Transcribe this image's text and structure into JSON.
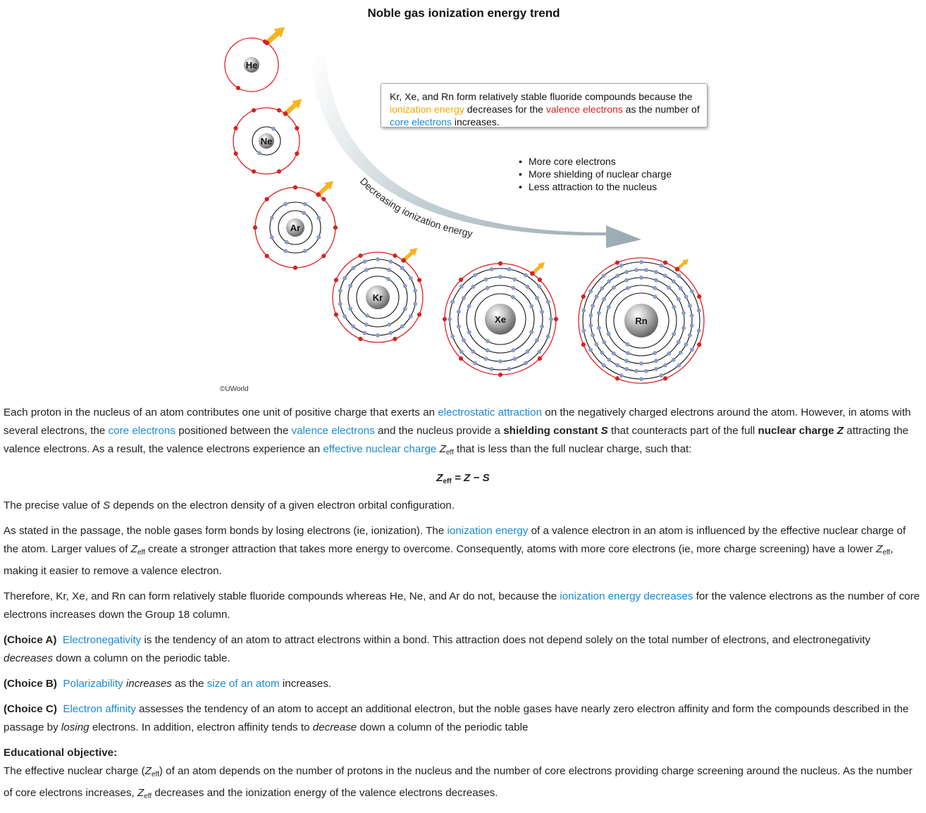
{
  "figure": {
    "title": "Noble gas ionization energy trend",
    "arrow_label": "Decreasing ionization energy",
    "callout": {
      "t1": "Kr, Xe, and Rn form relatively stable fluoride compounds because the ",
      "h1": "ionization energy",
      "t2": " decreases for the ",
      "h2": "valence electrons",
      "t3": " as the number of ",
      "h3": "core electrons",
      "t4": " increases."
    },
    "bullets": [
      "More core electrons",
      "More shielding of nuclear charge",
      "Less attraction to the nucleus"
    ],
    "copyright": "©UWorld",
    "colors": {
      "valence": "#e02020",
      "core": "#8da0cc",
      "arrow": "#f5b422",
      "trend_arrow": "#9aaab2",
      "highlight_yellow": "#f2a900",
      "link_blue": "#1a8ad4"
    },
    "atoms": [
      {
        "symbol": "He",
        "electrons": [
          2
        ]
      },
      {
        "symbol": "Ne",
        "electrons": [
          2,
          8
        ]
      },
      {
        "symbol": "Ar",
        "electrons": [
          2,
          8,
          8
        ]
      },
      {
        "symbol": "Kr",
        "electrons": [
          2,
          8,
          18,
          8
        ]
      },
      {
        "symbol": "Xe",
        "electrons": [
          2,
          8,
          18,
          18,
          8
        ]
      },
      {
        "symbol": "Rn",
        "electrons": [
          2,
          8,
          18,
          32,
          18,
          8
        ]
      }
    ]
  },
  "content": {
    "p1": {
      "a": "Each proton in the nucleus of an atom contributes one unit of positive charge that exerts an ",
      "l1": "electrostatic attraction",
      "b": " on the negatively charged electrons around the atom.  However, in atoms with several electrons, the ",
      "l2": "core electrons",
      "c": " positioned between the ",
      "l3": "valence electrons",
      "d": " and the nucleus provide a ",
      "bold1": "shielding constant ",
      "bi1": "S",
      "e": " that counteracts part of the full ",
      "bold2": "nuclear charge ",
      "bi2": "Z",
      "f": " attracting the valence electrons.  As a result, the valence electrons experience an ",
      "l4": "effective nuclear charge",
      "g1": "Z",
      "g1sub": "eff",
      "h": " that is less than the full nuclear charge, such that:"
    },
    "formula": {
      "z": "Z",
      "sub": "eff",
      "rest": " = Z − S"
    },
    "p2": {
      "a": "The precise value of ",
      "i": "S",
      "b": " depends on the electron density of a given electron orbital configuration."
    },
    "p3": {
      "a": "As stated in the passage, the noble gases form bonds by losing electrons (ie, ionization).  The ",
      "l1": "ionization energy",
      "b": " of a valence electron in an atom is influenced by the effective nuclear charge of the atom.  Larger values of ",
      "z1": "Z",
      "z1sub": "eff",
      "c": " create a stronger attraction that takes more energy to overcome.  Consequently, atoms with more core electrons (ie, more charge screening) have a lower ",
      "z2": "Z",
      "z2sub": "eff",
      "d": ", making it easier to remove a valence electron."
    },
    "p4": {
      "a": "Therefore, Kr, Xe, and Rn can form relatively stable fluoride compounds whereas He, Ne, and Ar do not, because the ",
      "l1": "ionization energy decreases",
      "b": " for the valence electrons as the number of core electrons increases down the Group 18 column."
    },
    "choiceA": {
      "label": "(Choice A)",
      "l1": "Electronegativity",
      "a": " is the tendency of an atom to attract electrons within a bond.  This attraction does not depend solely on the total number of electrons, and electronegativity ",
      "i": "decreases",
      "b": " down a column on the periodic table."
    },
    "choiceB": {
      "label": "(Choice B)",
      "l1": "Polarizability",
      "i": " increases",
      "a": " as the ",
      "l2": "size of an atom",
      "b": " increases."
    },
    "choiceC": {
      "label": "(Choice C)",
      "l1": "Electron affinity",
      "a": " assesses the tendency of an atom to accept an additional electron, but the noble gases have nearly zero electron affinity and form the compounds described in the passage by ",
      "i1": "losing",
      "b": " electrons.  In addition, electron affinity tends to ",
      "i2": "decrease",
      "c": " down a column of the periodic table"
    },
    "objective": {
      "heading": "Educational objective:",
      "a": "The effective nuclear charge (",
      "z1": "Z",
      "z1sub": "eff",
      "b": ") of an atom depends on the number of protons in the nucleus and the number of core electrons providing charge screening around the nucleus.  As the number of core electrons increases, ",
      "z2": "Z",
      "z2sub": "eff",
      "c": " decreases and the ionization energy of the valence electrons decreases."
    }
  }
}
